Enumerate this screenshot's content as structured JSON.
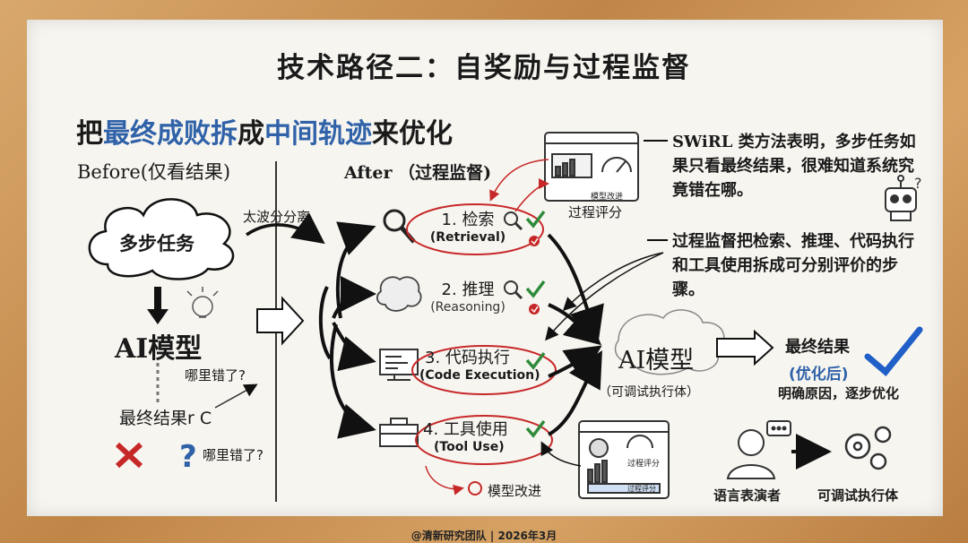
{
  "title": "技术路径二：自奖励与过程监督",
  "subtitle": {
    "p1": "把",
    "p2": "最终成败拆",
    "p3": "成",
    "p4": "中间轨迹",
    "p5": "来优化"
  },
  "before": {
    "heading": "Before(仅看结果)",
    "task": "多步任务",
    "model": "AI模型",
    "where1": "哪里错了?",
    "result": "最终结果r C",
    "where2": "哪里错了?"
  },
  "after": {
    "heading": "After （过程监督)",
    "split_label": "太波分分离",
    "steps": [
      {
        "label": "1. 检索",
        "sub": "(Retrieval)"
      },
      {
        "label": "2. 推理",
        "sub": "(Reasoning)"
      },
      {
        "label": "3. 代码执行",
        "sub": "(Code Execution)"
      },
      {
        "label": "4. 工具使用",
        "sub": "(Tool Use)"
      }
    ],
    "eval_top": "过程评分",
    "eval_top_inner": "模型改进",
    "eval_bottom_1": "过程评分",
    "eval_bottom_2": "过程评分",
    "model_improve": "模型改进",
    "ai_model": "AI模型",
    "ai_model_sub": "（可调试执行体）",
    "final": "最终结果",
    "final_sub": "(优化后)",
    "final_desc": "明确原因，逐步优化"
  },
  "notes": {
    "n1_bold": "SWiRL",
    "n1_rest": " 类方法表明，多步任务如果只看最终结果，很难知道系统究竟错在哪。",
    "n2": "过程监督把检索、推理、代码执行和工具使用拆成可分别评价的步骤。"
  },
  "bottom": {
    "actor": "语言表演者",
    "executor": "可调试执行体"
  },
  "footer": "@清新研究团队 | 2026年3月"
}
